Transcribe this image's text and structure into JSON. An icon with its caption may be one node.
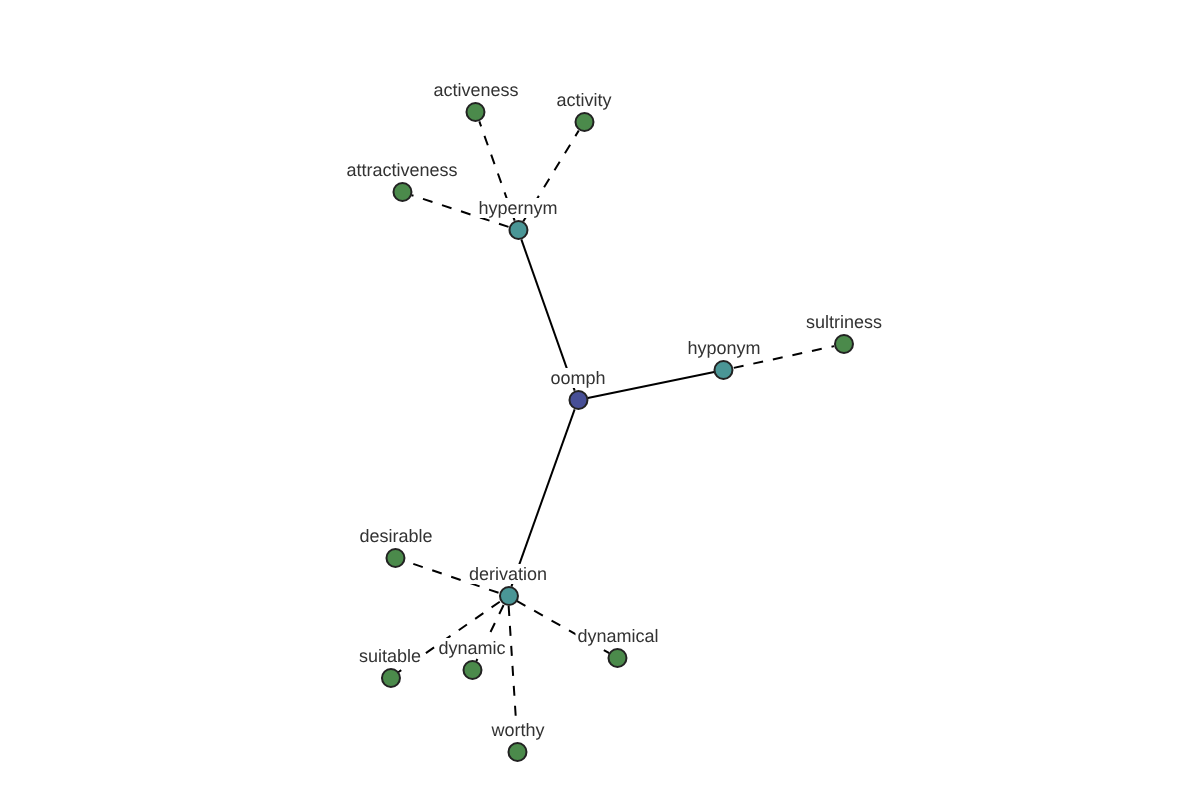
{
  "diagram": {
    "nodes": [
      {
        "text": [
          "oomph"
        ]
      },
      {
        "text": [
          "hypernym"
        ]
      },
      {
        "text": [
          "hyponym"
        ]
      },
      {
        "text": [
          "derivation"
        ]
      },
      {
        "text": [
          "activeness"
        ]
      },
      {
        "text": [
          "activity"
        ]
      },
      {
        "text": [
          "attractiveness"
        ]
      },
      {
        "text": [
          "sultriness"
        ]
      },
      {
        "text": [
          "desirable"
        ]
      },
      {
        "text": [
          "suitable"
        ]
      },
      {
        "text": [
          "dynamic"
        ]
      },
      {
        "text": [
          "dynamical"
        ]
      },
      {
        "text": [
          "worthy"
        ]
      }
    ],
    "edges": [
      {
        "from": 0,
        "to": 1,
        "arrow": "none"
      },
      {
        "from": 0,
        "to": 2,
        "arrow": "none"
      },
      {
        "from": 0,
        "to": 3,
        "arrow": "none"
      },
      {
        "from": 1,
        "to": 4,
        "arrow": "none",
        "style": "dashed"
      },
      {
        "from": 1,
        "to": 5,
        "arrow": "none",
        "style": "dashed"
      },
      {
        "from": 1,
        "to": 6,
        "arrow": "none",
        "style": "dashed"
      },
      {
        "from": 2,
        "to": 7,
        "arrow": "none",
        "style": "dashed"
      },
      {
        "from": 3,
        "to": 8,
        "arrow": "none",
        "style": "dashed"
      },
      {
        "from": 3,
        "to": 9,
        "arrow": "none",
        "style": "dashed"
      },
      {
        "from": 3,
        "to": 10,
        "arrow": "none",
        "style": "dashed"
      },
      {
        "from": 3,
        "to": 11,
        "arrow": "none",
        "style": "dashed"
      },
      {
        "from": 3,
        "to": 12,
        "arrow": "none",
        "style": "dashed"
      }
    ]
  }
}
